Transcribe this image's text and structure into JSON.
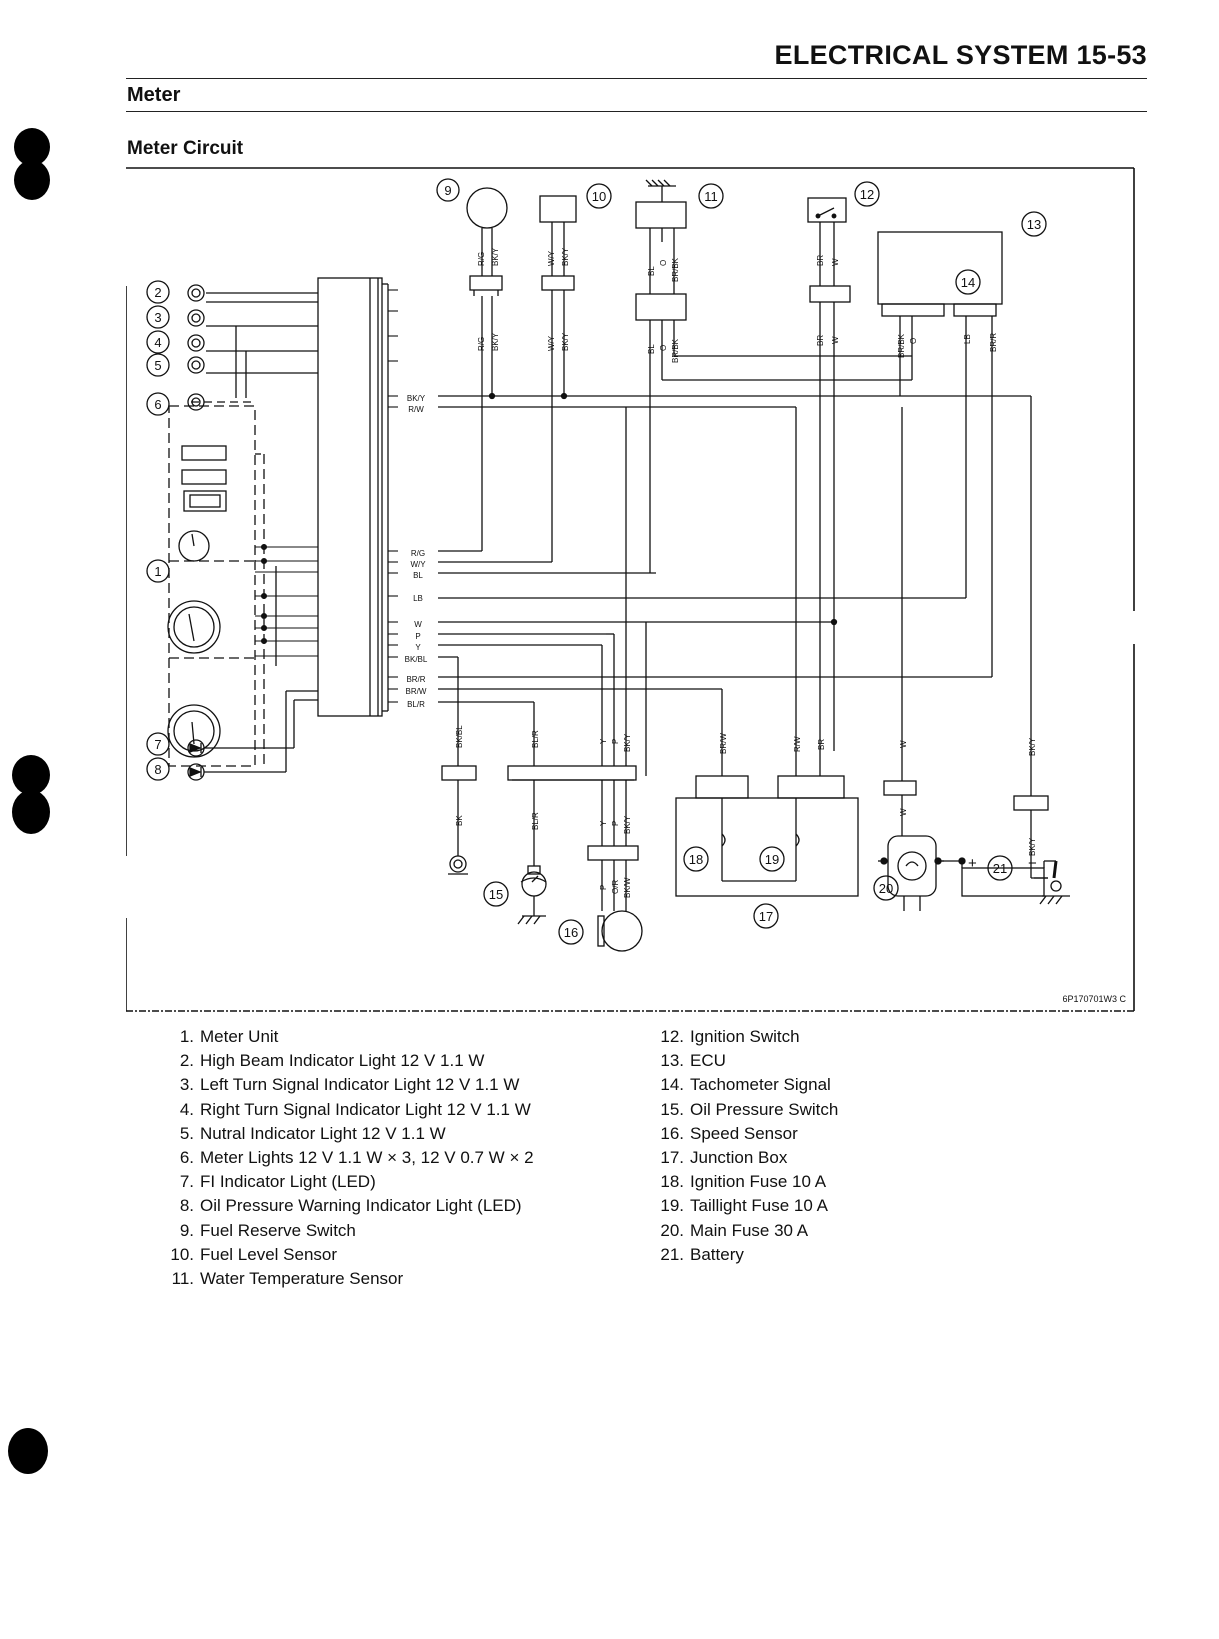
{
  "header": {
    "title": "ELECTRICAL SYSTEM 15-53"
  },
  "section": {
    "title": "Meter"
  },
  "subsection": {
    "title": "Meter Circuit"
  },
  "diagram": {
    "figure_code": "6P170701W3 C",
    "callouts": [
      "1",
      "2",
      "3",
      "4",
      "5",
      "6",
      "7",
      "8",
      "9",
      "10",
      "11",
      "12",
      "13",
      "14",
      "15",
      "16",
      "17",
      "18",
      "19",
      "20",
      "21"
    ],
    "meter_labels": [
      "BK/Y",
      "R/W",
      "R/G",
      "W/Y",
      "BL",
      "LB",
      "W",
      "P",
      "Y",
      "BK/BL",
      "BR/R",
      "BR/W",
      "BL/R"
    ],
    "wire_labels": {
      "w9": [
        "R/G",
        "BK/Y"
      ],
      "w10": [
        "W/Y",
        "BK/Y"
      ],
      "w11": [
        "BL",
        "O",
        "BR/BK"
      ],
      "w12": [
        "BR",
        "W"
      ],
      "w14": [
        "BR/BK",
        "O",
        "LB",
        "BR/R"
      ],
      "w_oil": [
        "BK/BL",
        "BK"
      ],
      "w_fuel_pres": [
        "BL/R"
      ],
      "w_speed": [
        "Y",
        "P",
        "BK/Y"
      ],
      "w_speed_bottom": [
        "P",
        "O/R",
        "BK/W"
      ],
      "w_jb": [
        "BR/W",
        "R/W",
        "BR"
      ],
      "w_main": [
        "W"
      ],
      "w_batt": [
        "BK/Y"
      ]
    },
    "battery_plus": "+",
    "battery_minus": "−"
  },
  "legend": {
    "left": [
      {
        "num": "1.",
        "text": "Meter Unit"
      },
      {
        "num": "2.",
        "text": "High Beam Indicator Light 12 V 1.1 W"
      },
      {
        "num": "3.",
        "text": "Left Turn Signal Indicator Light 12 V 1.1 W"
      },
      {
        "num": "4.",
        "text": "Right Turn Signal Indicator Light 12 V 1.1 W"
      },
      {
        "num": "5.",
        "text": "Nutral Indicator Light 12 V 1.1 W"
      },
      {
        "num": "6.",
        "text": "Meter Lights 12 V 1.1 W × 3, 12 V 0.7 W × 2"
      },
      {
        "num": "7.",
        "text": "FI Indicator Light (LED)"
      },
      {
        "num": "8.",
        "text": "Oil Pressure Warning Indicator Light (LED)"
      },
      {
        "num": "9.",
        "text": "Fuel Reserve Switch"
      },
      {
        "num": "10.",
        "text": "Fuel Level Sensor"
      },
      {
        "num": "11.",
        "text": "Water Temperature Sensor"
      }
    ],
    "right": [
      {
        "num": "12.",
        "text": "Ignition Switch"
      },
      {
        "num": "13.",
        "text": "ECU"
      },
      {
        "num": "14.",
        "text": "Tachometer Signal"
      },
      {
        "num": "15.",
        "text": "Oil Pressure Switch"
      },
      {
        "num": "16.",
        "text": "Speed Sensor"
      },
      {
        "num": "17.",
        "text": "Junction Box"
      },
      {
        "num": "18.",
        "text": "Ignition Fuse 10 A"
      },
      {
        "num": "19.",
        "text": "Taillight Fuse 10 A"
      },
      {
        "num": "20.",
        "text": "Main Fuse 30 A"
      },
      {
        "num": "21.",
        "text": "Battery"
      }
    ]
  }
}
